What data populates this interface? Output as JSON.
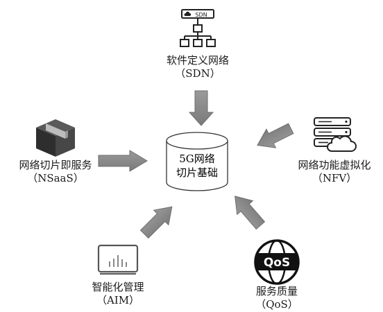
{
  "center": {
    "line1": "5G网络",
    "line2": "切片基础"
  },
  "nodes": {
    "sdn": {
      "name": "软件定义网络",
      "abbr": "（SDN）",
      "icon": "network-tree-icon",
      "icon_text": "SDN"
    },
    "nsaas": {
      "name": "网络切片即服务",
      "abbr": "（NSaaS）",
      "icon": "package-box-icon"
    },
    "nfv": {
      "name": "网络功能虚拟化",
      "abbr": "（NFV）",
      "icon": "server-cloud-icon"
    },
    "aim": {
      "name": "智能化管理",
      "abbr": "（AIM）",
      "icon": "monitor-chart-icon"
    },
    "qos": {
      "name": "服务质量",
      "abbr": "（QoS）",
      "icon": "qos-globe-icon",
      "icon_text": "QoS"
    }
  },
  "colors": {
    "arrow": "#8c8c8c",
    "arrow_stroke": "#6e6e6e",
    "line": "#333333",
    "icon_dark": "#222222"
  }
}
